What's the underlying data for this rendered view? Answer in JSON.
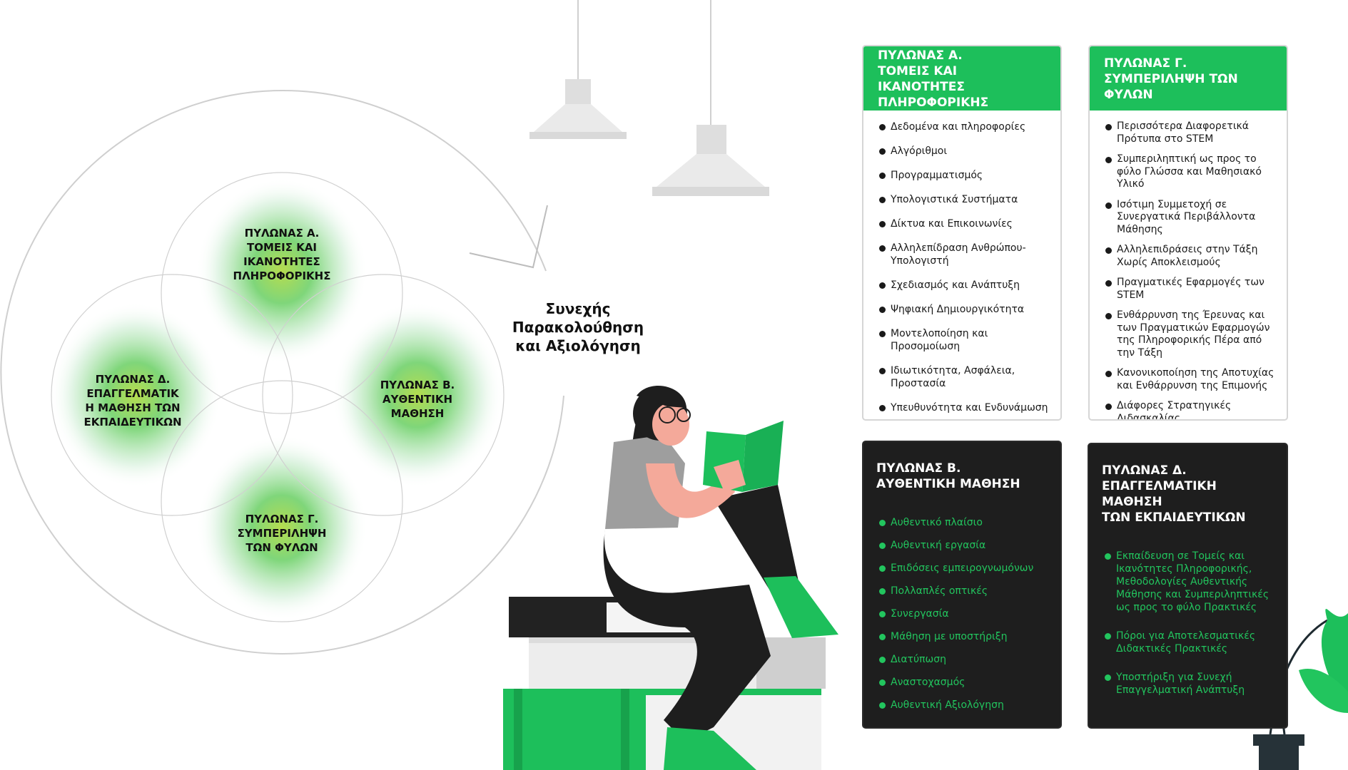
{
  "venn": {
    "pillar_a": "ΠΥΛΩΝΑΣ Α.\nΤΟΜΕΙΣ ΚΑΙ\nΙΚΑΝΟΤΗΤΕΣ\nΠΛΗΡΟΦΟΡΙΚΗΣ",
    "pillar_b": "ΠΥΛΩΝΑΣ Β.\nΑΥΘΕΝΤΙΚΗ\nΜΑΘΗΣΗ",
    "pillar_g": "ΠΥΛΩΝΑΣ Γ.\nΣΥΜΠΕΡΙΛΗΨΗ\nΤΩΝ ΦΥΛΩΝ",
    "pillar_d": "ΠΥΛΩΝΑΣ Δ.\nΕΠΑΓΓΕΛΜΑΤΙΚ\nΗ ΜΑΘΗΣΗ ΤΩΝ\nΕΚΠΑΙΔΕΥΤΙΚΩΝ"
  },
  "cycle_label": "Συνεχής\nΠαρακολούθηση\nκαι Αξιολόγηση",
  "colors": {
    "accent": "#1dbf5b",
    "dark": "#1e1e1e",
    "accent_text": "#22c55e"
  },
  "cards": {
    "a": {
      "title": "ΠΥΛΩΝΑΣ Α.\nΤΟΜΕΙΣ ΚΑΙ ΙΚΑΝΟΤΗΤΕΣ\nΠΛΗΡΟΦΟΡΙΚΗΣ",
      "items": [
        "Δεδομένα και πληροφορίες",
        "Αλγόριθμοι",
        "Προγραμματισμός",
        "Υπολογιστικά Συστήματα",
        "Δίκτυα και Επικοινωνίες",
        "Αλληλεπίδραση Ανθρώπου-Υπολογιστή",
        "Σχεδιασμός και Ανάπτυξη",
        "Ψηφιακή Δημιουργικότητα",
        "Μοντελοποίηση και Προσομοίωση",
        "Ιδιωτικότητα, Ασφάλεια, Προστασία",
        "Υπευθυνότητα και Ενδυνάμωση"
      ]
    },
    "g": {
      "title": "ΠΥΛΩΝΑΣ Γ.\nΣΥΜΠΕΡΙΛΗΨΗ ΤΩΝ ΦΥΛΩΝ",
      "items": [
        "Περισσότερα Διαφορετικά Πρότυπα στο STEM",
        "Συμπεριληπτική ως προς το φύλο Γλώσσα και Μαθησιακό Υλικό",
        "Ισότιμη Συμμετοχή σε Συνεργατικά Περιβάλλοντα Μάθησης",
        "Αλληλεπιδράσεις στην Τάξη Χωρίς Αποκλεισμούς",
        "Πραγματικές Εφαρμογές των STEM",
        "Ενθάρρυνση της Έρευνας και των Πραγματικών Εφαρμογών της Πληροφορικής Πέρα από την Τάξη",
        "Κανονικοποίηση της Αποτυχίας και Ενθάρρυνση της Επιμονής",
        "Διάφορες Στρατηγικές Διδασκαλίας"
      ]
    },
    "b": {
      "title": "ΠΥΛΩΝΑΣ Β.\nΑΥΘΕΝΤΙΚΗ ΜΑΘΗΣΗ",
      "items": [
        "Αυθεντικό πλαίσιο",
        "Αυθεντική εργασία",
        "Επιδόσεις εμπειρογνωμόνων",
        "Πολλαπλές οπτικές",
        "Συνεργασία",
        "Μάθηση με υποστήριξη",
        "Διατύπωση",
        "Αναστοχασμός",
        "Αυθεντική Αξιολόγηση"
      ]
    },
    "d": {
      "title": "ΠΥΛΩΝΑΣ Δ.\nΕΠΑΓΓΕΛΜΑΤΙΚΗ ΜΑΘΗΣΗ\nΤΩΝ ΕΚΠΑΙΔΕΥΤΙΚΩΝ",
      "items": [
        "Εκπαίδευση σε Τομείς και Ικανότητες Πληροφορικής, Μεθοδολογίες Αυθεντικής Μάθησης και Συμπεριληπτικές ως προς το φύλο Πρακτικές",
        "Πόροι για Αποτελεσματικές Διδακτικές Πρακτικές",
        "Υποστήριξη για Συνεχή Επαγγελματική Ανάπτυξη"
      ]
    }
  }
}
